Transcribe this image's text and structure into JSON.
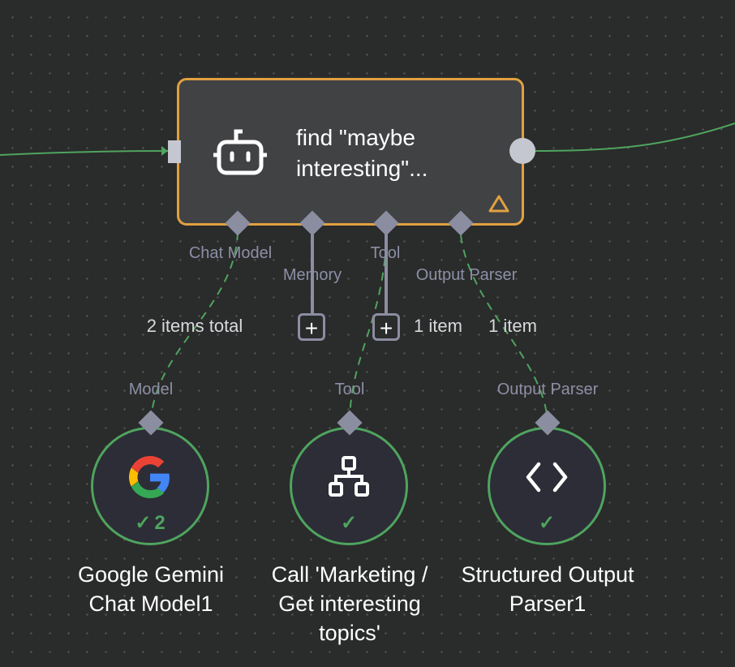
{
  "agent_node": {
    "title": "find \"maybe interesting\"...",
    "icon": "robot-icon",
    "status": "warning-icon"
  },
  "handles": {
    "chat_model": "Chat Model",
    "memory": "Memory",
    "tool": "Tool",
    "output_parser": "Output Parser"
  },
  "edge_labels": {
    "model": "2 items total",
    "tool": "1 item",
    "parser": "1 item"
  },
  "add_buttons": {
    "memory": "+",
    "tool": "+"
  },
  "sub_nodes": [
    {
      "input_label": "Model",
      "name": "Google Gemini Chat Model1",
      "icon": "google-icon",
      "run_count": "2"
    },
    {
      "input_label": "Tool",
      "name": "Call 'Marketing / Get interesting topics'",
      "icon": "sitemap-icon"
    },
    {
      "input_label": "Output Parser",
      "name": "Structured Output Parser1",
      "icon": "code-icon"
    }
  ],
  "colors": {
    "success": "#4fa45e",
    "warning": "#e0a140",
    "canvas": "#2a2b2b"
  }
}
